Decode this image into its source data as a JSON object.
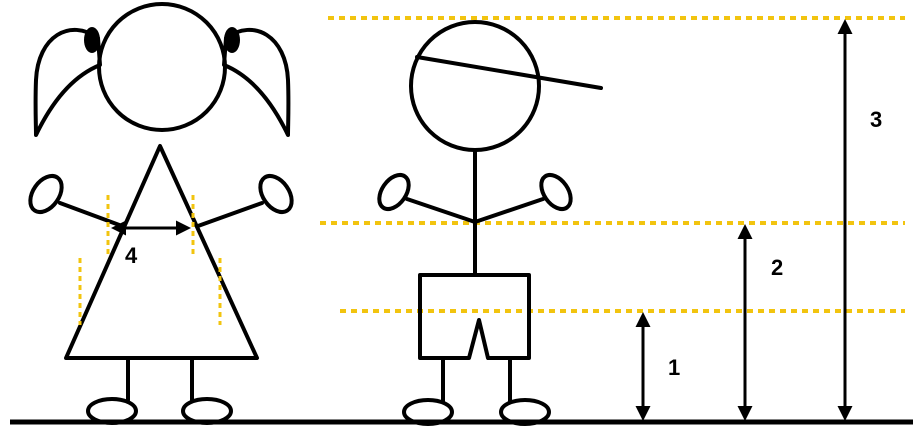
{
  "labels": {
    "m1": "1",
    "m2": "2",
    "m3": "3",
    "m4": "4"
  },
  "colors": {
    "ink": "#000000",
    "guide": "#f2c40f",
    "background": "#ffffff"
  },
  "figures": [
    "girl",
    "boy"
  ]
}
